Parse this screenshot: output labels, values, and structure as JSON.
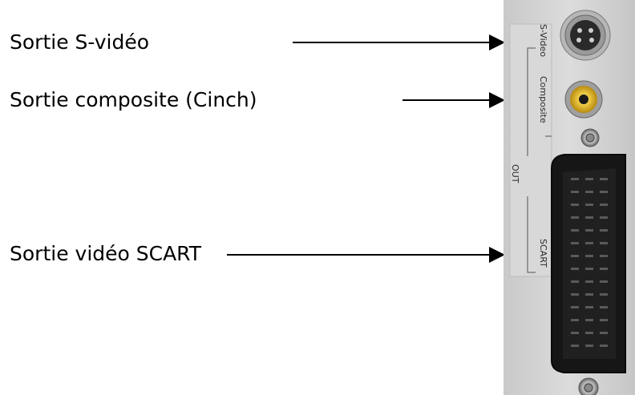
{
  "labels": {
    "svideo": "Sortie S-vidéo",
    "composite": "Sortie composite (Cinch)",
    "scart": "Sortie vidéo SCART"
  },
  "panel": {
    "svideo": "S-Video",
    "composite": "Composite",
    "out": "OUT",
    "scart": "SCART"
  }
}
